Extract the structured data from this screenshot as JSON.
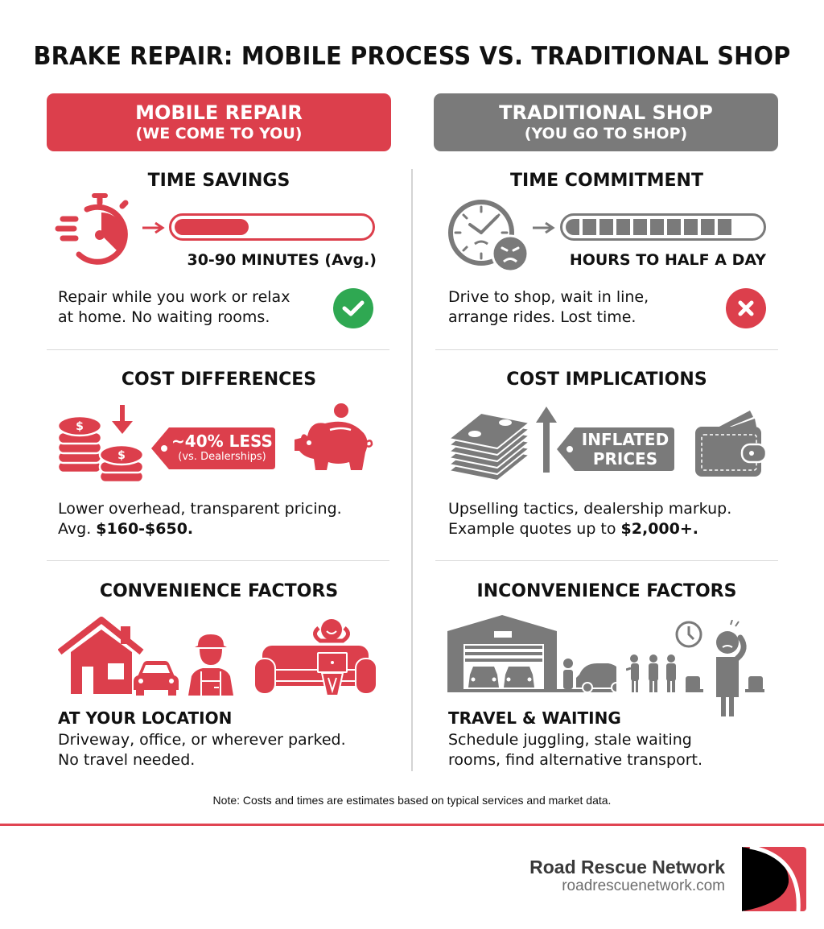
{
  "title": "BRAKE REPAIR: MOBILE PROCESS VS. TRADITIONAL SHOP",
  "colors": {
    "accent_red": "#dc3f4c",
    "neutral_gray": "#7a7a7a",
    "success_green": "#2fa852",
    "divider": "#d4d4d4",
    "footer_line": "#e04452"
  },
  "columns": {
    "mobile": {
      "header_line1": "MOBILE REPAIR",
      "header_line2": "(WE COME TO YOU)",
      "time": {
        "title": "TIME SAVINGS",
        "icon": "stopwatch-icon",
        "bar_fill_percent": 38,
        "bar_label": "30-90 MINUTES (Avg.)",
        "text_line1": "Repair while you work or relax",
        "text_line2": "at home. No waiting rooms.",
        "status_icon": "check-icon"
      },
      "cost": {
        "title": "COST DIFFERENCES",
        "icons": [
          "coin-stack-icon",
          "arrow-down-icon",
          "price-tag-icon",
          "piggy-bank-icon"
        ],
        "tag_line1": "~40% LESS",
        "tag_line2": "(vs. Dealerships)",
        "text_line1": "Lower overhead, transparent pricing.",
        "text_line2_prefix": "Avg. ",
        "text_line2_bold": "$160-$650."
      },
      "convenience": {
        "title": "CONVENIENCE FACTORS",
        "icons": [
          "house-icon",
          "car-icon",
          "mechanic-icon",
          "relaxing-person-on-couch-icon"
        ],
        "subhead": "AT YOUR LOCATION",
        "text_line1": "Driveway, office, or wherever parked.",
        "text_line2": "No travel needed."
      }
    },
    "traditional": {
      "header_line1": "TRADITIONAL SHOP",
      "header_line2": "(YOU GO TO SHOP)",
      "time": {
        "title": "TIME COMMITMENT",
        "icon": "clock-angry-face-icon",
        "bar_segments_filled": 10,
        "bar_label": "HOURS TO HALF A DAY",
        "text_line1": "Drive to shop, wait in line,",
        "text_line2": "arrange rides. Lost time.",
        "status_icon": "x-icon"
      },
      "cost": {
        "title": "COST IMPLICATIONS",
        "icons": [
          "cash-stack-icon",
          "arrow-up-icon",
          "price-tag-icon",
          "wallet-icon"
        ],
        "tag_line1": "INFLATED",
        "tag_line2": "PRICES",
        "text_line1": "Upselling tactics, dealership markup.",
        "text_line2_prefix": "Example quotes up to ",
        "text_line2_bold": "$2,000+."
      },
      "convenience": {
        "title": "INCONVENIENCE FACTORS",
        "icons": [
          "garage-icon",
          "car-icon",
          "queue-people-icon",
          "wall-clock-icon",
          "frustrated-person-icon",
          "waiting-chairs-icon"
        ],
        "subhead": "TRAVEL & WAITING",
        "text_line1": "Schedule juggling, stale waiting",
        "text_line2": "rooms, find alternative transport."
      }
    }
  },
  "note": "Note: Costs and times are estimates based on typical services and market data.",
  "footer": {
    "brand_name": "Road Rescue Network",
    "brand_url": "roadrescuenetwork.com",
    "logo_icon": "road-rescue-logo"
  }
}
